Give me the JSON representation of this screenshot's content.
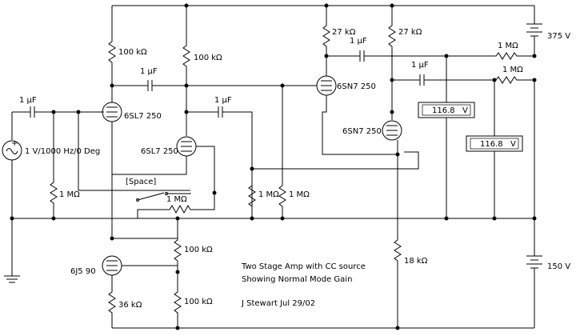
{
  "components": {
    "r_100k_left": "100 kΩ",
    "r_100k_mid": "100 kΩ",
    "r_27k_left": "27 kΩ",
    "r_27k_right": "27 kΩ",
    "r_1m_top": "1 MΩ",
    "r_1m_top2": "1 MΩ",
    "c_1uf_a": "1 µF",
    "c_1uf_b": "1 µF",
    "c_1uf_c": "1 µF",
    "c_1uf_d": "1 µF",
    "c_1uf_e": "1 µF",
    "tube_6sl7_a": "6SL7 250",
    "tube_6sl7_b": "6SL7 250",
    "tube_6sn7_a": "6SN7 250",
    "tube_6sn7_b": "6SN7 250",
    "tube_6j5": "6J5 90",
    "source": "1 V/1000 Hz/0 Deg",
    "r_1m_grid": "1 MΩ",
    "space_key": "[Space]",
    "r_1m_switch": "1 MΩ",
    "r_1m_pair_a": "1 MΩ",
    "r_1m_pair_b": "1 MΩ",
    "r_100k_cath_top": "100 kΩ",
    "r_100k_cath_bot": "100 kΩ",
    "r_36k": "36 kΩ",
    "r_18k": "18 kΩ",
    "batt_top": "375 V",
    "batt_bot": "150 V"
  },
  "meters": [
    {
      "value": "116.8",
      "unit": "V"
    },
    {
      "value": "116.8",
      "unit": "V"
    }
  ],
  "notes": {
    "line1": "Two Stage Amp with CC source",
    "line2": "Showing Normal Mode Gain",
    "line3": "J Stewart Jul 29/02"
  }
}
